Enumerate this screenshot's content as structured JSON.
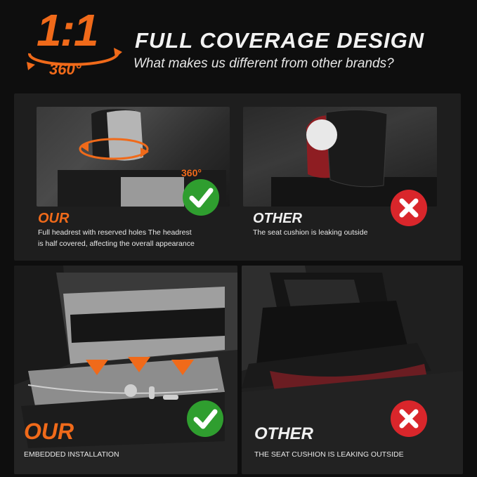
{
  "header": {
    "logo_ratio": "1:1",
    "logo_degrees": "360°",
    "title": "FULL COVERAGE DESIGN",
    "subtitle": "What makes us different from other brands?"
  },
  "top_left": {
    "photo_badge": "360°",
    "heading": "OUR",
    "caption_line1": "Full headrest with reserved holes The headrest",
    "caption_line2": "is half covered, affecting the overall appearance"
  },
  "top_right": {
    "heading": "OTHER",
    "caption": "The seat cushion is leaking outside"
  },
  "bottom_left": {
    "heading": "OUR",
    "caption": "EMBEDDED INSTALLATION"
  },
  "bottom_right": {
    "heading": "OTHER",
    "caption": "THE SEAT CUSHION IS LEAKING OUTSIDE"
  },
  "colors": {
    "accent": "#f06a1a",
    "check_green": "#2f9e2f",
    "cross_red": "#d9262b",
    "background": "#0e0e0e",
    "panel": "#1e1e1e"
  }
}
